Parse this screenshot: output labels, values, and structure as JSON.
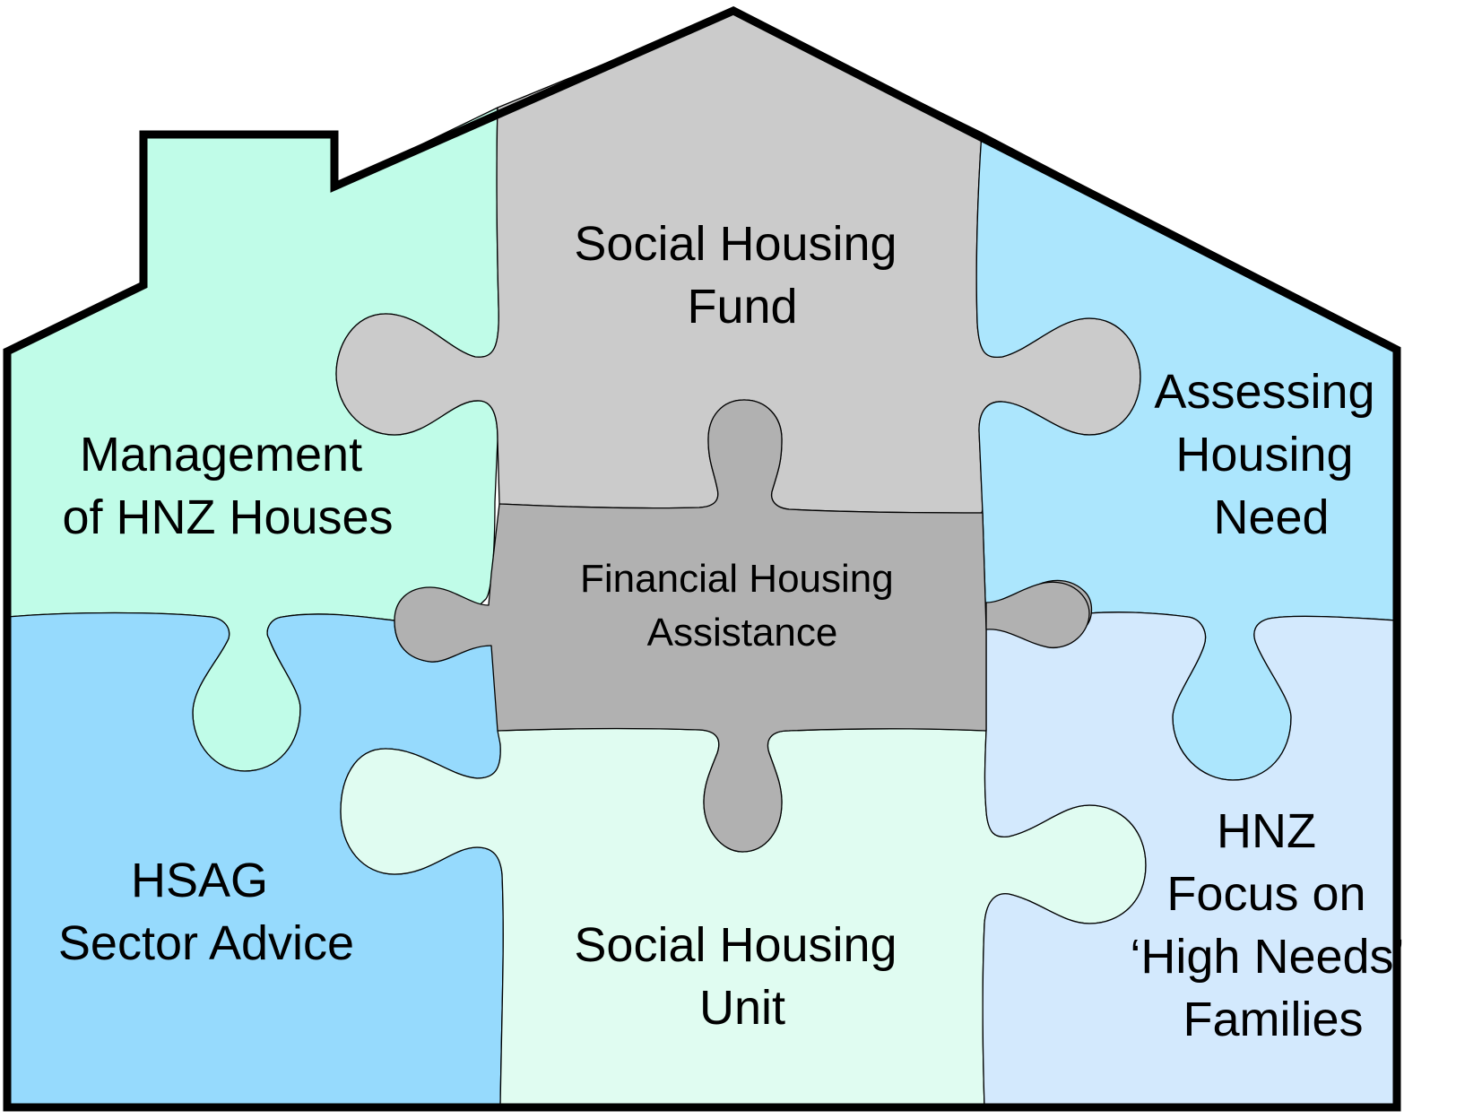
{
  "diagram": {
    "type": "house-puzzle",
    "pieces": {
      "management": {
        "lines": [
          "Management",
          "of HNZ Houses"
        ],
        "color": "#c0fce8"
      },
      "fund": {
        "lines": [
          "Social Housing",
          "Fund"
        ],
        "color": "#cbcbcb"
      },
      "assessing": {
        "lines": [
          "Assessing",
          "Housing",
          "Need"
        ],
        "color": "#ace6fd"
      },
      "financial": {
        "lines": [
          "Financial Housing",
          "Assistance"
        ],
        "color": "#b1b1b1"
      },
      "hsag": {
        "lines": [
          "HSAG",
          "Sector Advice"
        ],
        "color": "#96dafd"
      },
      "unit": {
        "lines": [
          "Social Housing",
          "Unit"
        ],
        "color": "#e0fcf1"
      },
      "hnz": {
        "lines": [
          "HNZ",
          "Focus on",
          "‘High Needs’",
          "Families"
        ],
        "color": "#d3e9fd"
      }
    },
    "outline_color": "#000000"
  }
}
